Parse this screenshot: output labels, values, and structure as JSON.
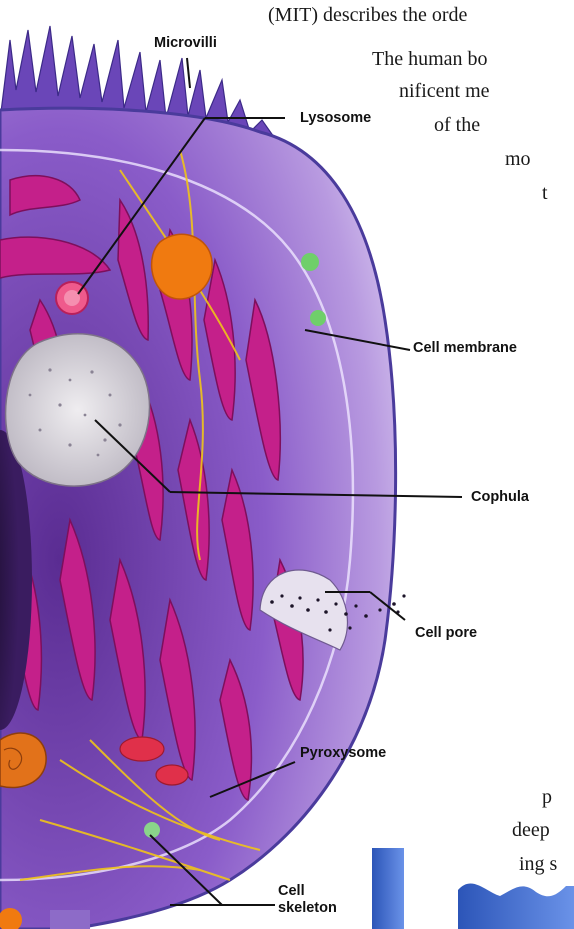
{
  "text_fragments": [
    "(MIT) describes the orde",
    "The human bo",
    "nificent me",
    "of the",
    "mo",
    "t",
    "p",
    "deep",
    "ing s"
  ],
  "labels": [
    "Microvilli",
    "Lysosome",
    "Cell membrane",
    "Cophula",
    "Cell pore",
    "Pyroxysome",
    "Cell\nskeleton"
  ],
  "colors": {
    "cytoplasm": "#8a5cc9",
    "organelle": "#c4208a",
    "membrane": "#4a3b9c",
    "fibers": "#f0c419",
    "nucleus": "#d9d6dc",
    "accent_orange": "#f07a10",
    "blue_block": "#3a63c8"
  }
}
